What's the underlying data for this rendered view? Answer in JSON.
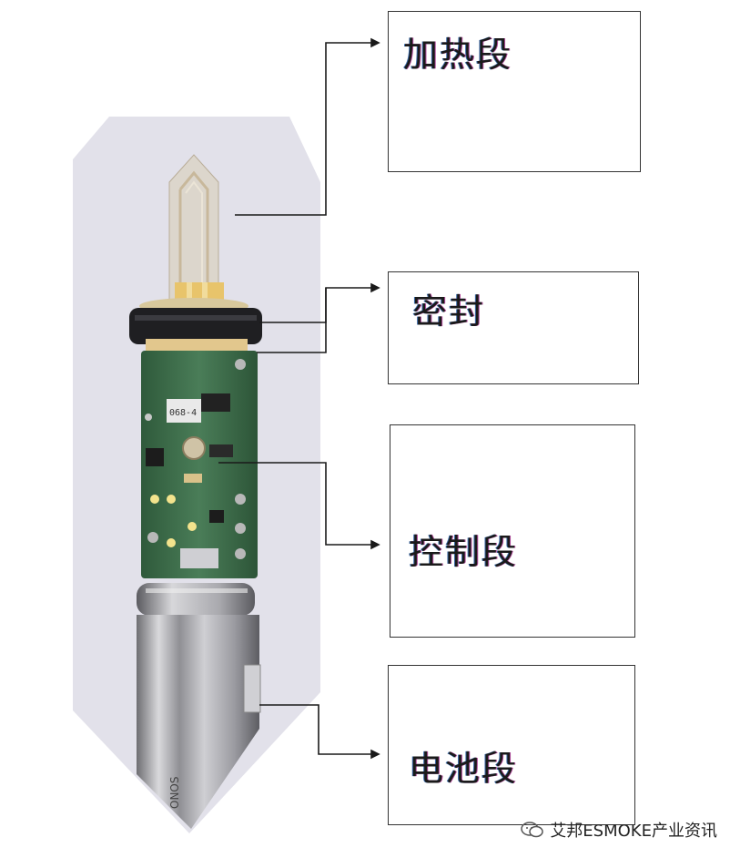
{
  "labels": {
    "heating": "加热段",
    "seal": "密封",
    "control": "控制段",
    "battery": "电池段"
  },
  "pcb_chip_text": "068-4",
  "battery_text": "ONOS",
  "watermark": {
    "text": "艾邦ESMOKE产业资讯",
    "icon": "wechat-bubble-icon"
  },
  "colors": {
    "background_card": "#e2e1ea",
    "pcb_green": "#3f6e4c",
    "battery_silver": "#b9b9bd",
    "leader_line": "#1a1a1a"
  }
}
